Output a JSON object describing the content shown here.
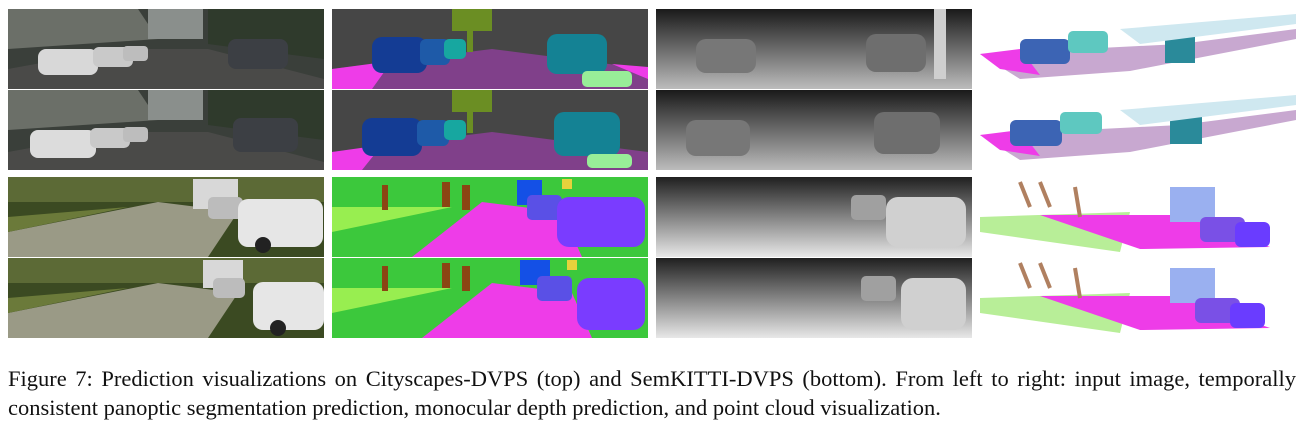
{
  "figure": {
    "caption": "Figure 7: Prediction visualizations on Cityscapes-DVPS (top) and SemKITTI-DVPS (bottom). From left to right: input image, temporally consistent panoptic segmentation prediction, monocular depth prediction, and point cloud visualization.",
    "columns": [
      "input-image",
      "panoptic-segmentation",
      "depth-prediction",
      "point-cloud"
    ],
    "datasets": [
      "cityscapes",
      "semkitti"
    ],
    "colors": {
      "road": "#80408a",
      "sidewalk": "#ee3ce8",
      "car_dark": "#143c94",
      "car_teal": "#148294",
      "vegetation_seg": "#3cc83c",
      "terrain": "#98ee50",
      "car_violet": "#7a3cff",
      "sky_gray": "#464646"
    }
  }
}
